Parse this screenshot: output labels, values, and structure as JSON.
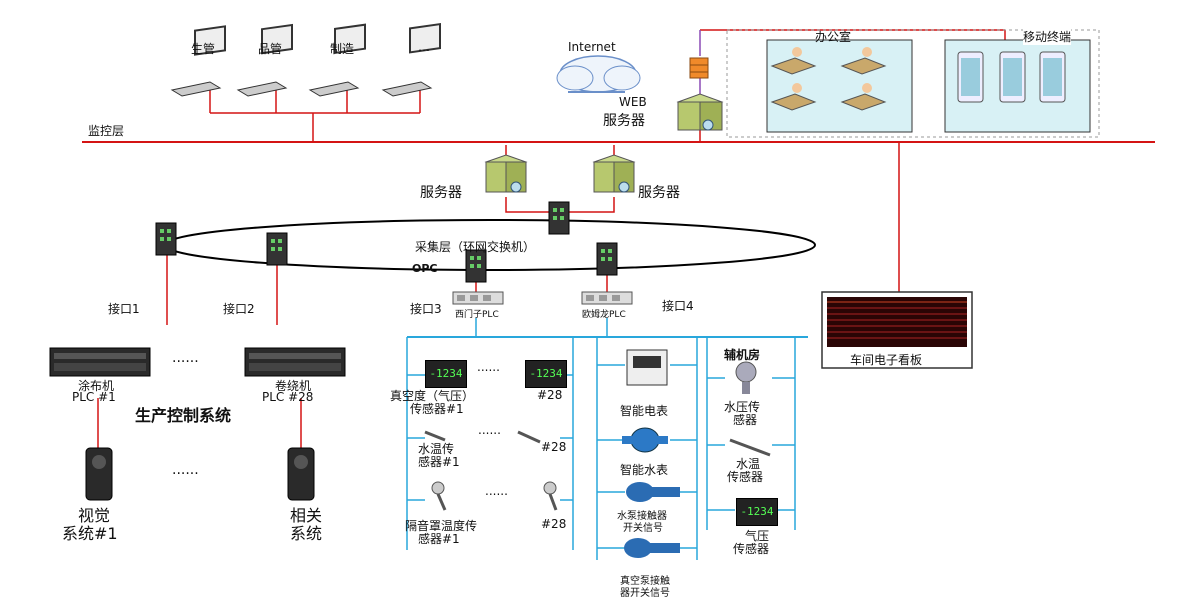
{
  "monitor": {
    "clients": [
      "生管",
      "品管",
      "制造",
      "…"
    ],
    "internet": "Internet",
    "web_server": [
      "WEB",
      "服务器"
    ],
    "layer_label": "监控层",
    "office": "办公室",
    "mobile": "移动终端"
  },
  "collection": {
    "server_left": "服务器",
    "server_right": "服务器",
    "ring_label": "采集层（环网交换机）",
    "opc": "OPC",
    "ports": [
      "接口1",
      "接口2",
      "接口3",
      "接口4"
    ],
    "plc_siemens": "西门子PLC",
    "plc_omron": "欧姆龙PLC",
    "board": "车间电子看板"
  },
  "production": {
    "plc1": [
      "涂布机",
      "PLC  #1"
    ],
    "plc2": [
      "卷绕机",
      "PLC  #28"
    ],
    "ellipsis": "......",
    "title": "生产控制系统",
    "vision": [
      "视觉",
      "系统#1"
    ],
    "related": [
      "相关",
      "系统"
    ]
  },
  "sensors": {
    "vacuum": [
      "真空度（气压）",
      "传感器#1"
    ],
    "n28": "#28",
    "water_temp": [
      "水温传",
      "感器#1"
    ],
    "hood": [
      "隔音罩温度传",
      "感器#1"
    ],
    "dots": "......",
    "meter": "智能电表",
    "water_meter": "智能水表",
    "pump": [
      "水泵接触器",
      "开关信号"
    ],
    "vacuum_pump": [
      "真空泵接触",
      "器开关信号"
    ],
    "aux_room": "辅机房",
    "water_pressure": [
      "水压传",
      "感器"
    ],
    "water_temp2": [
      "水温",
      "传感器"
    ],
    "air_pressure": [
      "气压",
      "传感器"
    ]
  },
  "icons": [
    "monitor-icon",
    "cloud-icon",
    "firewall-icon",
    "server-icon",
    "switch-icon",
    "plc-icon",
    "camera-icon",
    "display-icon",
    "phone-icon",
    "person-desk-icon",
    "probe-icon",
    "meter-icon",
    "pump-icon"
  ],
  "colors": {
    "red_line": "#d41414",
    "blue_line": "#29a7dc",
    "panel_fill": "#d8f1f5",
    "ring": "#000000",
    "purple": "#8a4bb5"
  },
  "display_values": {
    "digital": "-1234"
  }
}
